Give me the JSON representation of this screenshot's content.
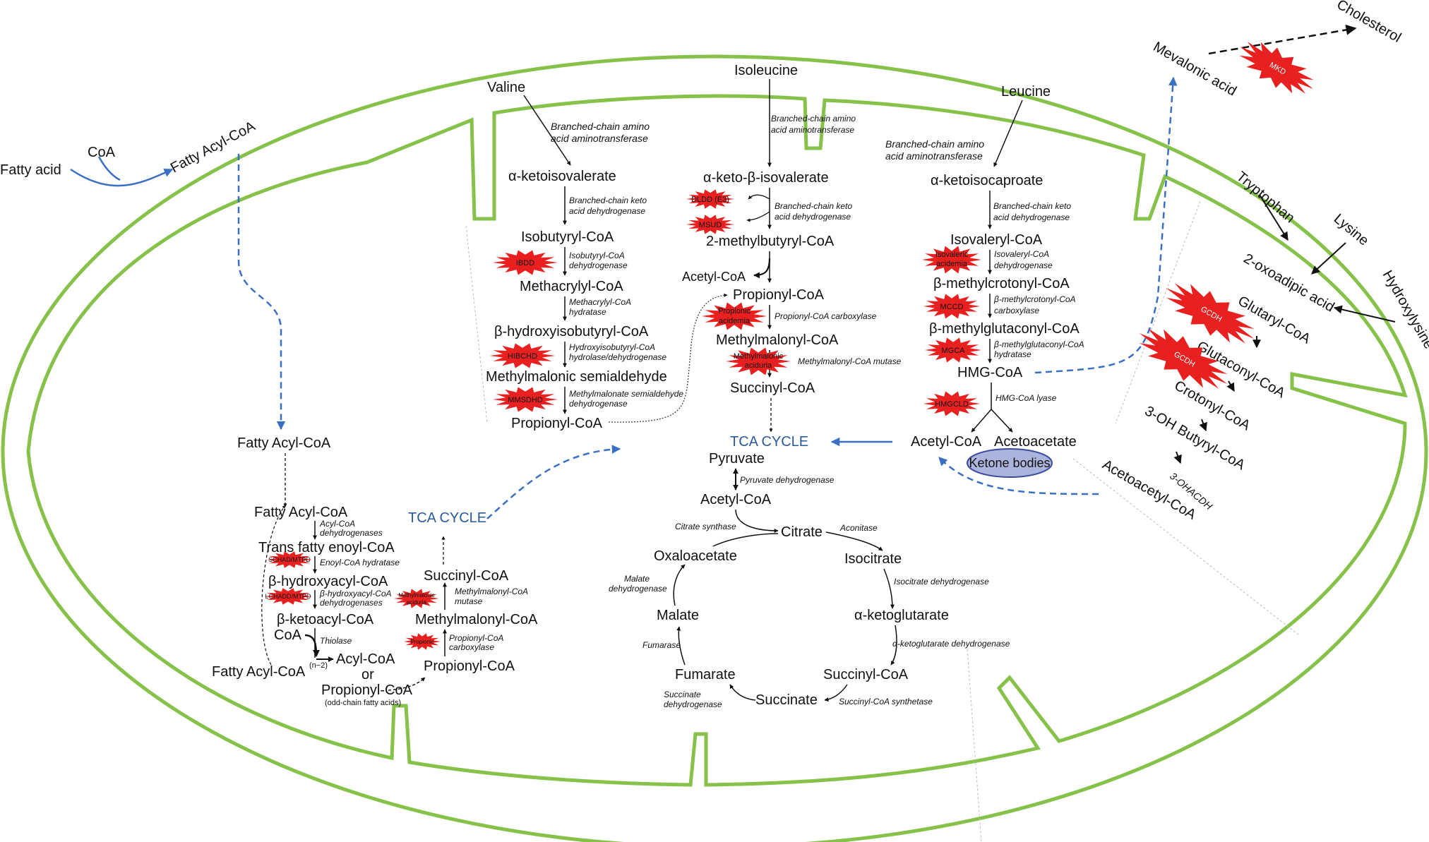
{
  "inputs": {
    "fatty_acid": "Fatty acid",
    "coa": "CoA",
    "fatty_acyl_coa_outer": "Fatty Acyl-CoA",
    "valine": "Valine",
    "isoleucine": "Isoleucine",
    "leucine": "Leucine",
    "tryptophan": "Tryptophan",
    "lysine": "Lysine",
    "hydroxylysine": "Hydroxylysine",
    "mevalonic_acid": "Mevalonic acid",
    "cholesterol": "Cholesterol"
  },
  "beta_oxidation": {
    "fatty_acyl_coa_top": "Fatty Acyl-CoA",
    "fatty_acyl_coa": "Fatty Acyl-CoA",
    "trans_fatty_enoyl": "Trans fatty enoyl-CoA",
    "hydroxyacyl": "β-hydroxyacyl-CoA",
    "ketoacyl": "β-ketoacyl-CoA",
    "coa": "CoA",
    "fatty_acyl_coa_n2": "Fatty Acyl-CoA",
    "n2": "(n−2)",
    "acyl_coa": "Acyl-CoA",
    "or": "or",
    "propionyl_coa": "Propionyl-CoA",
    "odd_chain": "(odd-chain fatty acids)",
    "enz_acyl_dh_1": "Acyl-CoA",
    "enz_acyl_dh_2": "dehydrogenases",
    "enz_enoyl": "Enoyl-CoA hydratase",
    "enz_hydroxy_1": "β-hydroxyacyl-CoA",
    "enz_hydroxy_2": "dehydrogenases",
    "enz_thiolase": "Thiolase",
    "tca_cycle": "TCA CYCLE",
    "succinyl_coa": "Succinyl-CoA",
    "methylmalonyl_coa": "Methylmalonyl-CoA",
    "propionyl_coa_2": "Propionyl-CoA",
    "enz_mm_mutase_1": "Methylmalonyl-CoA",
    "enz_mm_mutase_2": "mutase",
    "enz_pcc_1": "Propionyl-CoA",
    "enz_pcc_2": "carboxylase"
  },
  "valine_path": {
    "enz_bcat_1": "Branched-chain amino",
    "enz_bcat_2": "acid aminotransferase",
    "ketoisovalerate": "α-ketoisovalerate",
    "enz_bckd_1": "Branched-chain keto",
    "enz_bckd_2": "acid dehydrogenase",
    "isobutyryl": "Isobutyryl-CoA",
    "enz_ibd_1": "Isobutyryl-CoA",
    "enz_ibd_2": "dehydrogenase",
    "methacrylyl": "Methacrylyl-CoA",
    "enz_mh_1": "Methacrylyl-CoA",
    "enz_mh_2": "hydratase",
    "hydroxyisobutyryl": "β-hydroxyisobutyryl-CoA",
    "enz_hib_1": "Hydroxyisobutyryl-CoA",
    "enz_hib_2": "hydrolase/dehydrogenase",
    "mm_semialdehyde": "Methylmalonic semialdehyde",
    "enz_mms_1": "Methylmalonate semialdehyde",
    "enz_mms_2": "dehydrogenase",
    "propionyl": "Propionyl-CoA"
  },
  "isoleucine_path": {
    "enz_bcat_1": "Branched-chain amino",
    "enz_bcat_2": "acid aminotransferase",
    "keto_b_isovalerate": "α-keto-β-isovalerate",
    "enz_bckd_1": "Branched-chain keto",
    "enz_bckd_2": "acid dehydrogenase",
    "methylbutyryl": "2-methylbutyryl-CoA",
    "acetyl_coa": "Acetyl-CoA",
    "propionyl": "Propionyl-CoA",
    "enz_pcc": "Propionyl-CoA carboxylase",
    "methylmalonyl": "Methylmalonyl-CoA",
    "enz_mm_mutase": "Methylmalonyl-CoA mutase",
    "succinyl": "Succinyl-CoA",
    "tca_cycle": "TCA CYCLE"
  },
  "leucine_path": {
    "enz_bcat_1": "Branched-chain amino",
    "enz_bcat_2": "acid aminotransferase",
    "ketoisocaproate": "α-ketoisocaproate",
    "enz_bckd_1": "Branched-chain keto",
    "enz_bckd_2": "acid dehydrogenase",
    "isovaleryl": "Isovaleryl-CoA",
    "enz_ivd_1": "Isovaleryl-CoA",
    "enz_ivd_2": "dehydrogenase",
    "methylcrotonyl": "β-methylcrotonyl-CoA",
    "enz_mcc_1": "β-methylcrotonyl-CoA",
    "enz_mcc_2": "carboxylase",
    "methylglutaconyl": "β-methylglutaconyl-CoA",
    "enz_mgh_1": "β-methylglutaconyl-CoA",
    "enz_mgh_2": "hydratase",
    "hmg_coa": "HMG-CoA",
    "enz_hmgl": "HMG-CoA lyase",
    "acetyl_coa": "Acetyl-CoA",
    "acetoacetate": "Acetoacetate",
    "ketone_bodies": "Ketone bodies"
  },
  "lysine_path": {
    "oxoadipic": "2-oxoadipic acid",
    "glutaryl": "Glutaryl-CoA",
    "glutaconyl": "Glutaconyl-CoA",
    "crotonyl": "Crotonyl-CoA",
    "oh_butyryl": "3-OH Butyryl-CoA",
    "ohacdh": "3-OHACDH",
    "acetoacetyl": "Acetoacetyl-CoA"
  },
  "tca": {
    "pyruvate": "Pyruvate",
    "enz_pdh": "Pyruvate dehydrogenase",
    "acetyl_coa": "Acetyl-CoA",
    "enz_cs": "Citrate synthase",
    "citrate": "Citrate",
    "enz_aconitase": "Aconitase",
    "isocitrate": "Isocitrate",
    "enz_idh": "Isocitrate dehydrogenase",
    "akg": "α-ketoglutarate",
    "enz_akgdh": "α-ketoglutarate dehydrogenase",
    "succinyl_coa": "Succinyl-CoA",
    "enz_scs": "Succinyl-CoA synthetase",
    "succinate": "Succinate",
    "enz_sdh_1": "Succinate",
    "enz_sdh_2": "dehydrogenase",
    "fumarate": "Fumarate",
    "enz_fumarase": "Fumarase",
    "malate": "Malate",
    "enz_mdh_1": "Malate",
    "enz_mdh_2": "dehydrogenase",
    "oxaloacetate": "Oxaloacetate"
  },
  "disorders": {
    "mkd": "MKD",
    "dldd": "DLDD (E3)",
    "msud": "MSUD",
    "ibdd": "IBDD",
    "hibchd": "HIBCHD",
    "mmsdhd": "MMSDHD",
    "propionic_1": "Propionic",
    "propionic_2": "acidemia",
    "methylmalonic_1": "Methylmalonic",
    "methylmalonic_2": "aciduria",
    "isovaleric_1": "Isovaleric",
    "isovaleric_2": "acidemia",
    "mccd": "MCCD",
    "mgca": "MGCA",
    "hmgcld": "HMGCLD",
    "gcdh_1": "GCDH",
    "gcdh_2": "GCDH",
    "schad": "SCHAD/MTPD",
    "lchad": "LCHADD/MTPD",
    "methylmalonic_small_1": "Methylmalonic",
    "methylmalonic_small_2": "aciduria",
    "propionic_small": "Propionic"
  },
  "colors": {
    "membrane": "#86c14a",
    "blue": "#3a6fc4",
    "burst": "#e82020",
    "ketone_fill": "#aab4dc",
    "ketone_stroke": "#3b4a9a"
  }
}
